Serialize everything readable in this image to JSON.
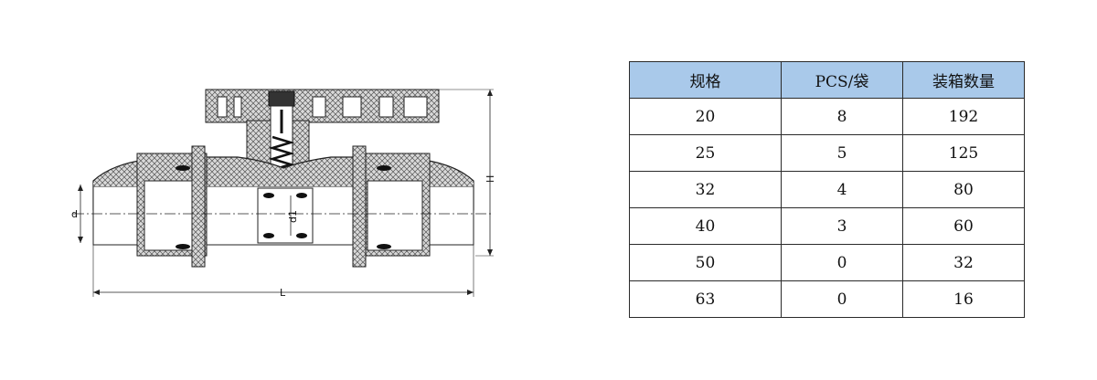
{
  "drawing": {
    "labels": {
      "d": "d",
      "d1": "d1",
      "H": "H",
      "L": "L"
    }
  },
  "table": {
    "headers": [
      "规格",
      "PCS/袋",
      "装箱数量"
    ],
    "rows": [
      [
        "20",
        "8",
        "192"
      ],
      [
        "25",
        "5",
        "125"
      ],
      [
        "32",
        "4",
        "80"
      ],
      [
        "40",
        "3",
        "60"
      ],
      [
        "50",
        "0",
        "32"
      ],
      [
        "63",
        "0",
        "16"
      ]
    ],
    "header_color": "#a9c9ea"
  }
}
